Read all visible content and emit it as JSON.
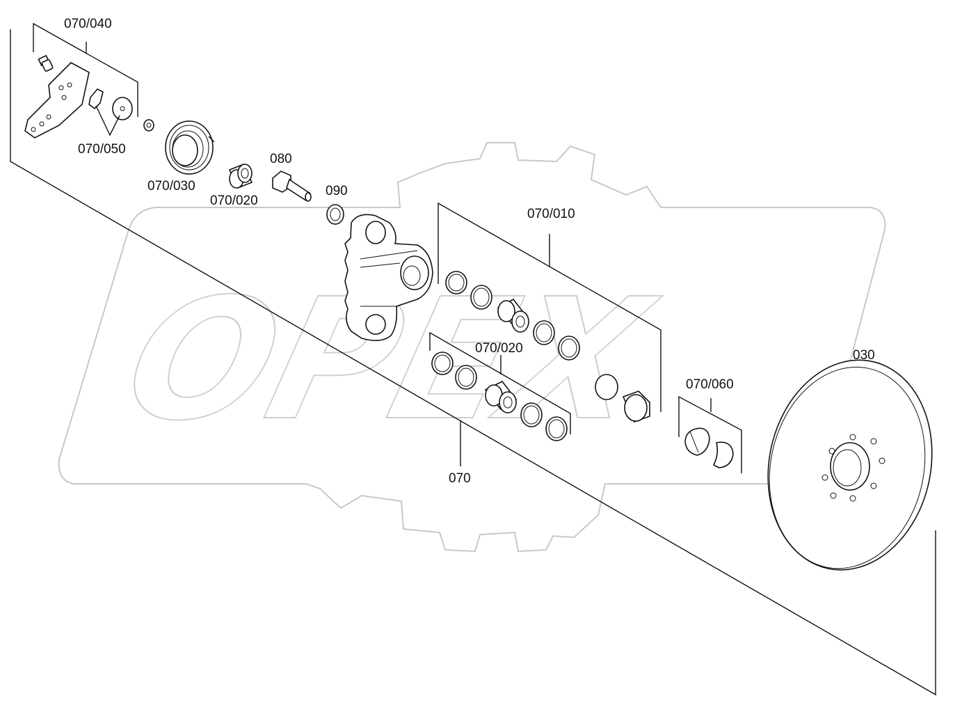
{
  "watermark": {
    "text": "OPEX",
    "logo": "gear-outline-logo",
    "color": "#c8c8c8"
  },
  "labels": {
    "l_070_040": "070/040",
    "l_070_050": "070/050",
    "l_070_030": "070/030",
    "l_070_020_top": "070/020",
    "l_080": "080",
    "l_090": "090",
    "l_070_010": "070/010",
    "l_070_020_mid": "070/020",
    "l_070": "070",
    "l_070_060": "070/060",
    "l_030": "030"
  },
  "line_color": "#111111"
}
